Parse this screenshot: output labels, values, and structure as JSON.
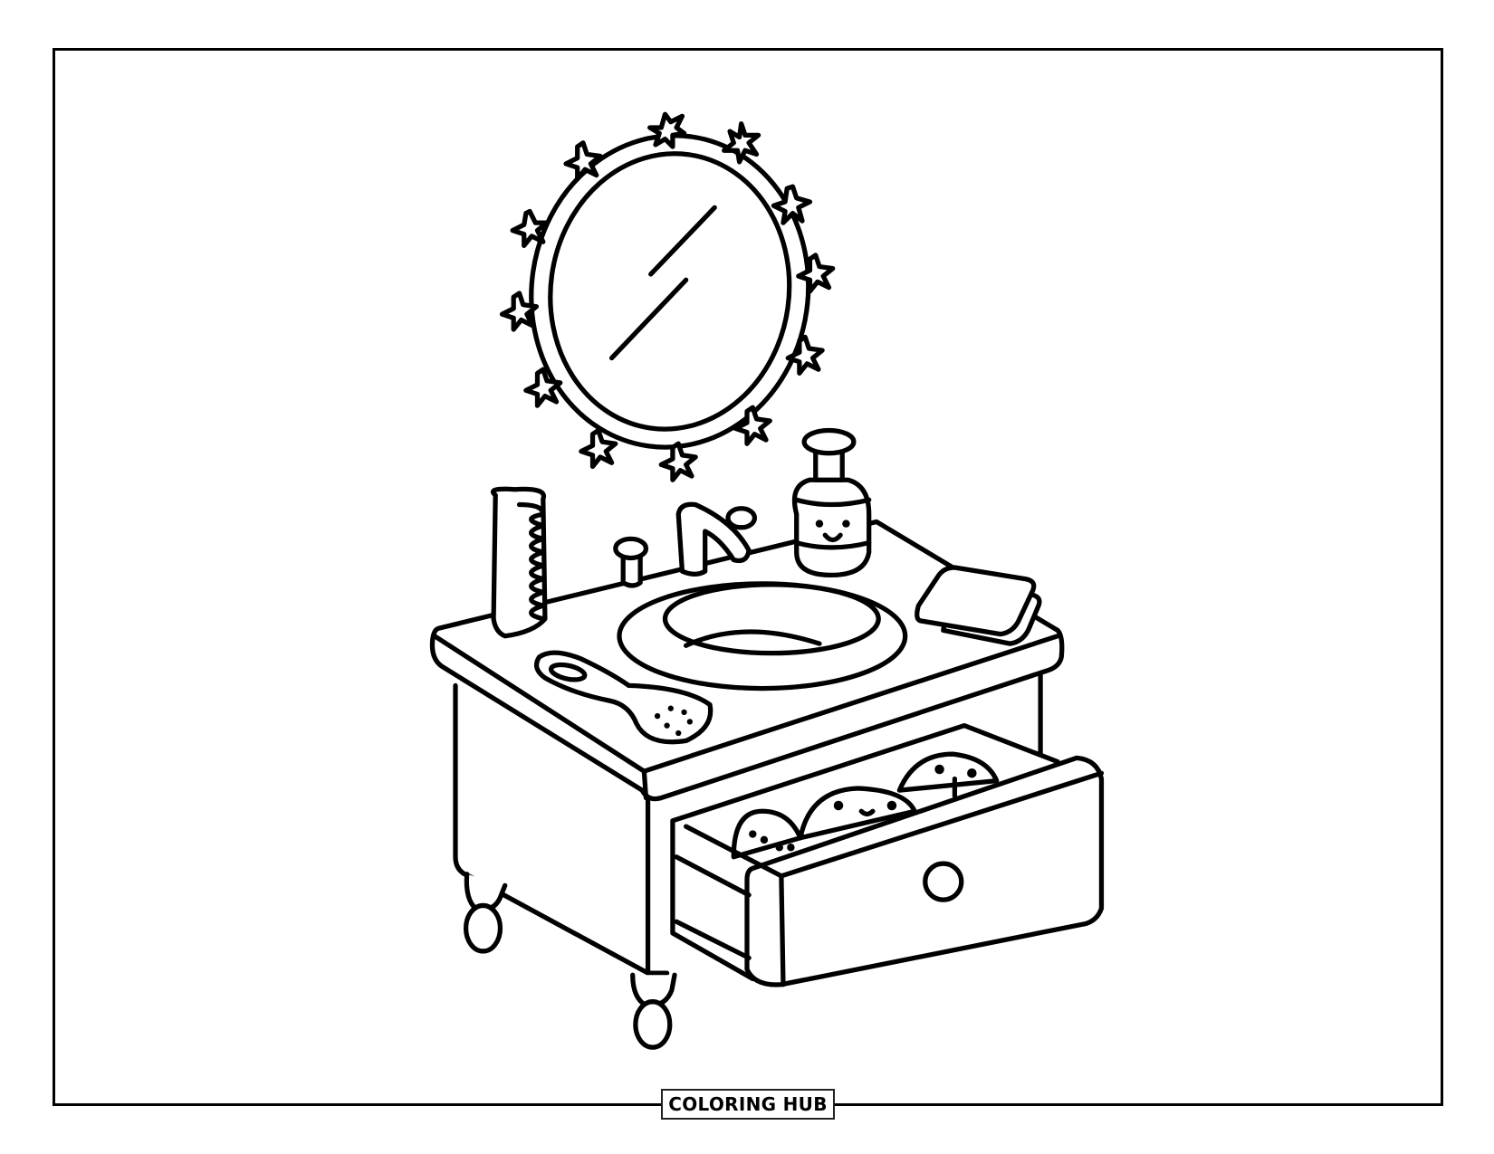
{
  "page": {
    "type": "coloring-page",
    "subject": "bathroom vanity with mirror, sink, comb, hairbrush, soap bottle, towels and open drawer"
  },
  "logo": {
    "text": "COLORING HUB"
  },
  "colors": {
    "background": "#ffffff",
    "line": "#000000"
  }
}
